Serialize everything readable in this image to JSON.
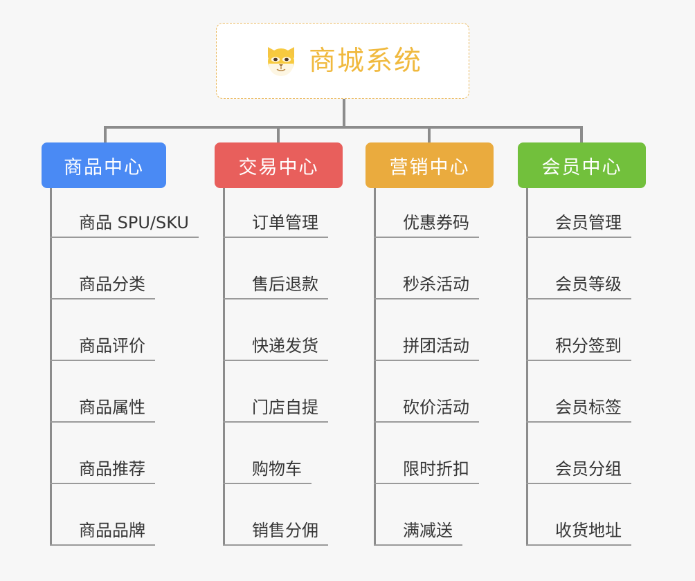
{
  "root": {
    "title": "商城系统",
    "icon": "shiba-inu-dog-icon",
    "accent_color": "#f0b93e",
    "border_color": "#eab85c",
    "background": "#ffffff"
  },
  "page": {
    "background": "#f7f7f7",
    "connector_color": "#8c8c8c",
    "leaf_text_color": "#353535",
    "leaf_underline_color": "#9a9a9a"
  },
  "columns": [
    {
      "label": "商品中心",
      "color": "#4a8af4",
      "items": [
        "商品 SPU/SKU",
        "商品分类",
        "商品评价",
        "商品属性",
        "商品推荐",
        "商品品牌"
      ]
    },
    {
      "label": "交易中心",
      "color": "#e85f5c",
      "items": [
        "订单管理",
        "售后退款",
        "快递发货",
        "门店自提",
        "购物车",
        "销售分佣"
      ]
    },
    {
      "label": "营销中心",
      "color": "#eaab3e",
      "items": [
        "优惠券码",
        "秒杀活动",
        "拼团活动",
        "砍价活动",
        "限时折扣",
        "满减送"
      ]
    },
    {
      "label": "会员中心",
      "color": "#72c03c",
      "items": [
        "会员管理",
        "会员等级",
        "积分签到",
        "会员标签",
        "会员分组",
        "收货地址"
      ]
    }
  ]
}
